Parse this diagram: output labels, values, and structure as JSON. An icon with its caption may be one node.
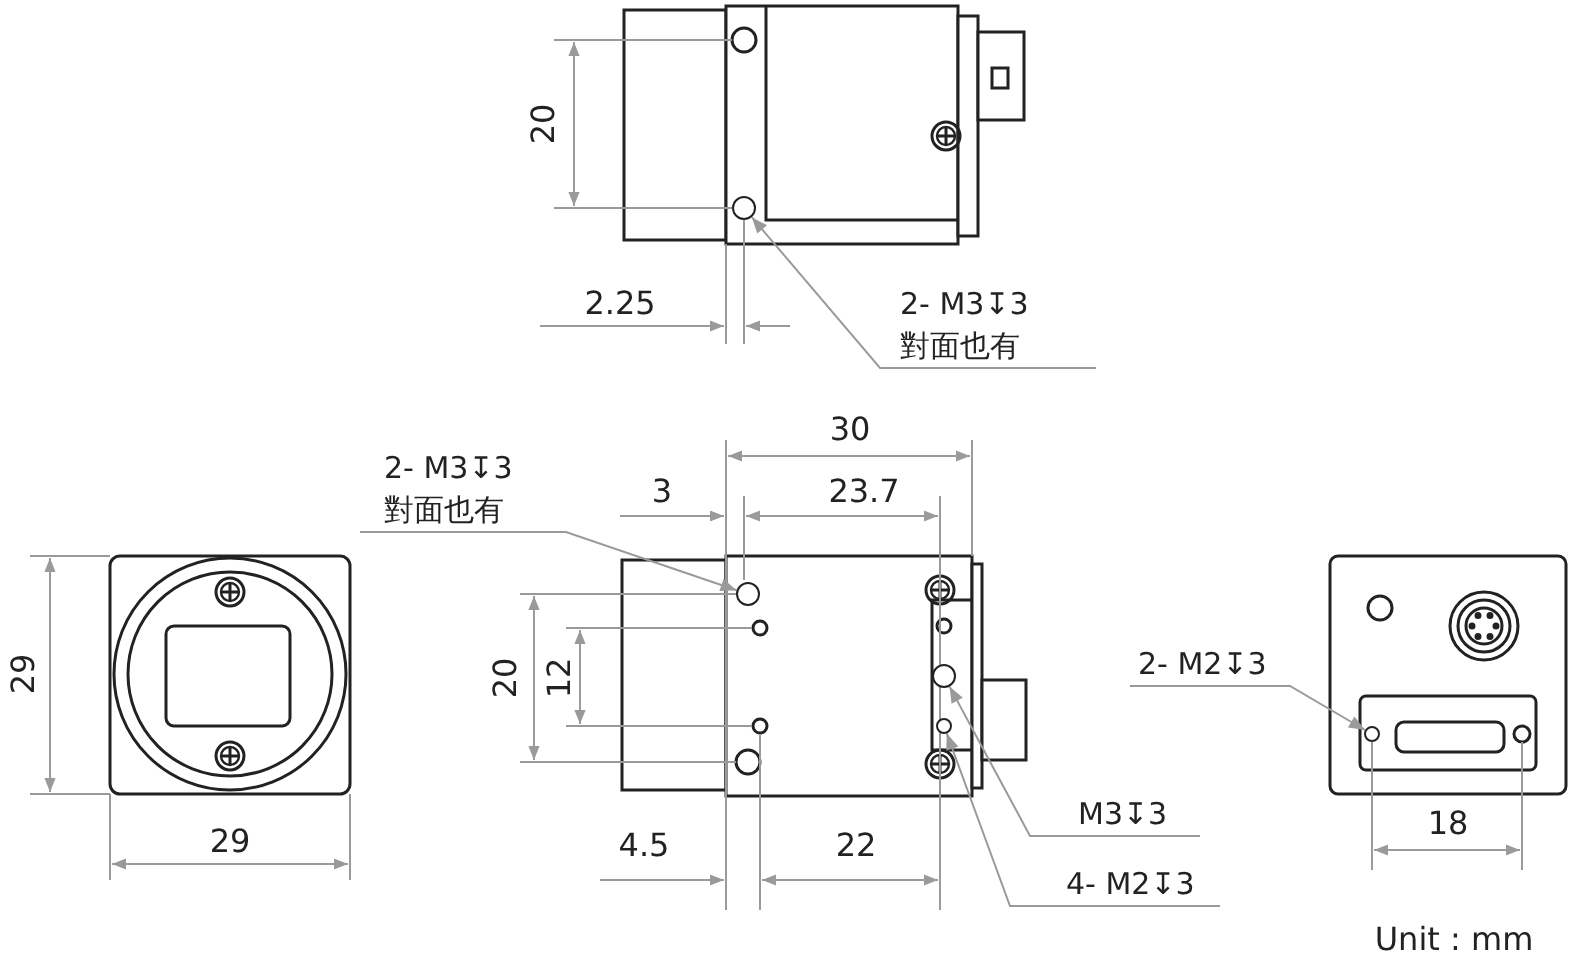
{
  "diagram": {
    "nodes": [
      {
        "text": [
          "2- M3↧3",
          "對面也有"
        ]
      },
      {
        "text": [],
        "shape": "circle"
      },
      {
        "text": [
          "2- M3↧3",
          "對面也有"
        ]
      },
      {
        "text": [],
        "shape": "circle"
      },
      {
        "text": [
          "M3↧3"
        ]
      },
      {
        "text": [],
        "shape": "circle"
      },
      {
        "text": [
          "4- M2↧3"
        ]
      },
      {
        "text": [],
        "shape": "circle"
      },
      {
        "text": [
          "2- M2↧3"
        ]
      },
      {
        "text": [],
        "shape": "circle"
      }
    ],
    "edges": [
      {
        "from": 0,
        "to": 1,
        "arrow": "to"
      },
      {
        "from": 2,
        "to": 3,
        "arrow": "to"
      },
      {
        "from": 4,
        "to": 5,
        "arrow": "to"
      },
      {
        "from": 6,
        "to": 7,
        "arrow": "to"
      },
      {
        "from": 8,
        "to": 9,
        "arrow": "to"
      }
    ],
    "labels": [
      "20",
      "2.25",
      "30",
      "3",
      "23.7",
      "29",
      "20",
      "12",
      "29",
      "4.5",
      "22",
      "18",
      "Unit : mm"
    ]
  }
}
